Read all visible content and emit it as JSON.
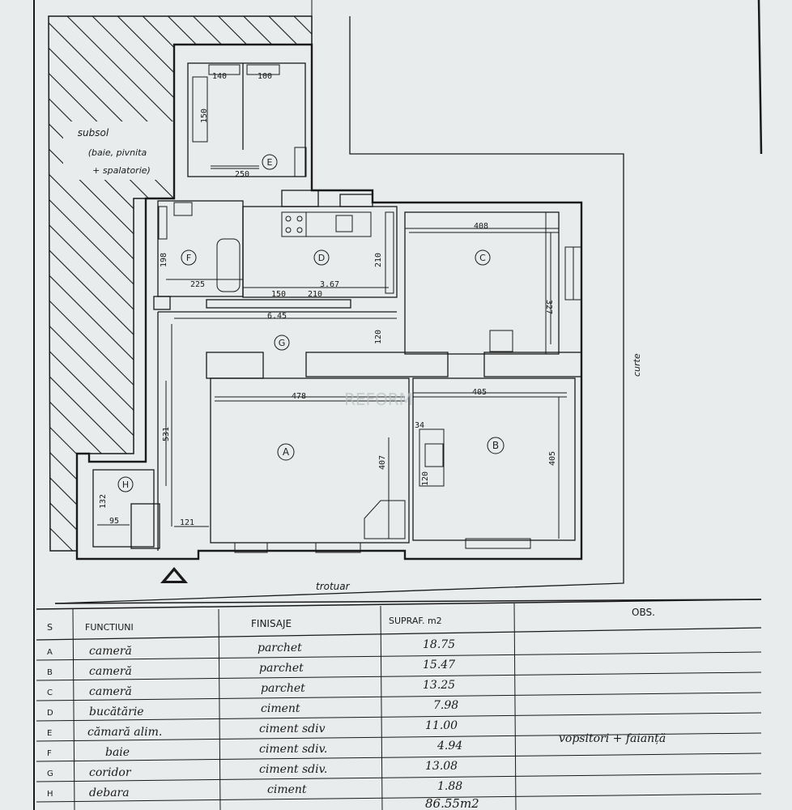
{
  "plan": {
    "rooms": [
      {
        "id": "A",
        "cx": 0,
        "cy": 0
      },
      {
        "id": "B"
      },
      {
        "id": "C"
      },
      {
        "id": "D"
      },
      {
        "id": "E"
      },
      {
        "id": "F"
      },
      {
        "id": "G"
      },
      {
        "id": "H"
      }
    ],
    "dimensions": {
      "e_left": "140",
      "e_right": "100",
      "e_height": "150",
      "e_width": "250",
      "room_c_width": "408",
      "room_c_height": "327",
      "room_f_height": "198",
      "room_f_width": "225",
      "room_d_width": "3.67",
      "room_d_sub1": "150",
      "room_d_sub2": "210",
      "room_d_height": "210",
      "overall_width": "6.45",
      "corridor_height": "120",
      "room_a_width": "478",
      "room_a_height": "407",
      "room_b_width": "405",
      "room_b_height": "405",
      "corridor_length": "531",
      "h_height": "132",
      "h_width": "95",
      "entry_width": "121",
      "small_34": "34",
      "small_120": "120"
    },
    "annotations": {
      "subsol_title": "subsol",
      "subsol_line2": "(baie, pivnita",
      "subsol_line3": "+ spalatorie)",
      "curte": "curte",
      "trotuar": "trotuar",
      "watermark": "REFORM"
    }
  },
  "table": {
    "headers": {
      "num": "S",
      "functiuni": "FUNCTIUNI",
      "finisaje": "FINISAJE",
      "suprafata": "SUPRAF. m2",
      "obs": "OBS."
    },
    "rows": [
      {
        "id": "A",
        "functie": "cameră",
        "finisaj": "parchet",
        "suprafata": "18.75",
        "obs": ""
      },
      {
        "id": "B",
        "functie": "cameră",
        "finisaj": "parchet",
        "suprafata": "15.47",
        "obs": ""
      },
      {
        "id": "C",
        "functie": "cameră",
        "finisaj": "parchet",
        "suprafata": "13.25",
        "obs": ""
      },
      {
        "id": "D",
        "functie": "bucătărie",
        "finisaj": "ciment",
        "suprafata": "7.98",
        "obs": ""
      },
      {
        "id": "E",
        "functie": "cămară alim.",
        "finisaj": "ciment sdiv",
        "suprafata": "11.00",
        "obs": ""
      },
      {
        "id": "F",
        "functie": "baie",
        "finisaj": "ciment sdiv.",
        "suprafata": "4.94",
        "obs": "vopsitori + faianță"
      },
      {
        "id": "G",
        "functie": "coridor",
        "finisaj": "ciment sdiv.",
        "suprafata": "13.08",
        "obs": ""
      },
      {
        "id": "H",
        "functie": "debara",
        "finisaj": "ciment",
        "suprafata": "1.88",
        "obs": ""
      }
    ],
    "total": "86.55m2"
  }
}
